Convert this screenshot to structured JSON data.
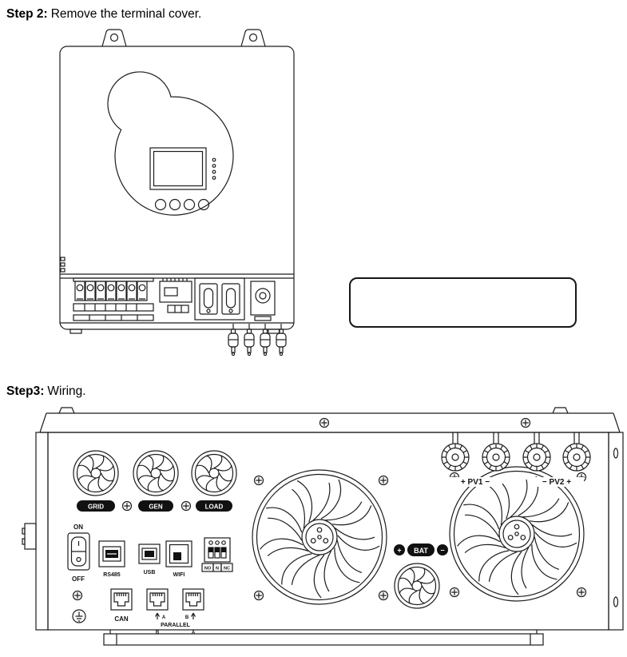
{
  "steps": {
    "step2_label": "Step 2:",
    "step2_text": "Remove the terminal cover.",
    "step3_label": "Step3:",
    "step3_text": "Wiring."
  },
  "rear_panel": {
    "grid": "GRID",
    "gen": "GEN",
    "load": "LOAD",
    "on": "ON",
    "off": "OFF",
    "rs485": "RS485",
    "usb": "USB",
    "wifi": "WIFI",
    "dip": [
      "NO",
      "N",
      "NC"
    ],
    "can": "CAN",
    "parallel": "PARALLEL",
    "port_a": "A",
    "port_b": "B",
    "bat": "BAT",
    "plus": "+",
    "minus": "−",
    "pv1": "+ PV1 −",
    "pv2": "− PV2 +"
  }
}
